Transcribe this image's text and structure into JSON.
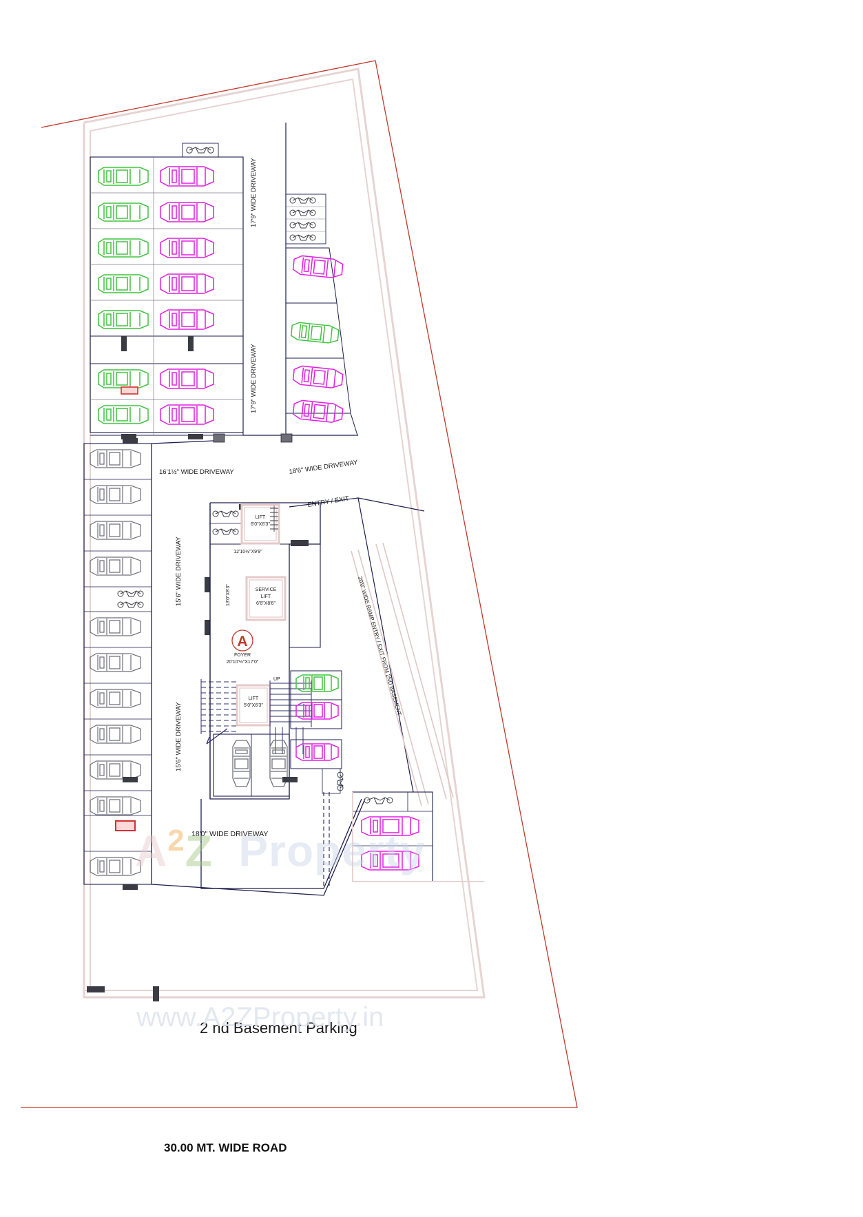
{
  "drawing": {
    "title": "2 nd Basement Parking",
    "road_label": "30.00 MT. WIDE ROAD",
    "watermark_primary": "A2Z Property",
    "watermark_secondary": "www.A2ZProperty.in"
  },
  "driveways": [
    {
      "id": "dw-1",
      "label": "17'9\" WIDE DRIVEWAY",
      "orientation": "vertical"
    },
    {
      "id": "dw-2",
      "label": "17'9\" WIDE DRIVEWAY",
      "orientation": "vertical"
    },
    {
      "id": "dw-3",
      "label": "16'1½\" WIDE DRIVEWAY",
      "orientation": "horizontal"
    },
    {
      "id": "dw-4",
      "label": "18'6\" WIDE DRIVEWAY",
      "orientation": "horizontal"
    },
    {
      "id": "dw-5",
      "label": "15'6\" WIDE DRIVEWAY",
      "orientation": "vertical"
    },
    {
      "id": "dw-6",
      "label": "15'6\" WIDE DRIVEWAY",
      "orientation": "vertical"
    },
    {
      "id": "dw-7",
      "label": "18'0\" WIDE DRIVEWAY",
      "orientation": "horizontal"
    }
  ],
  "rooms": [
    {
      "id": "lift-upper",
      "name": "LIFT",
      "size": "6'0\"X6'3\""
    },
    {
      "id": "service-lift",
      "name": "SERVICE LIFT",
      "size": "6'6\"X8'6\""
    },
    {
      "id": "lift-lower",
      "name": "LIFT",
      "size": "5'0\"X6'3\""
    }
  ],
  "foyer": {
    "marker": "A",
    "name": "FOYER",
    "size": "20'10'½\"X17'0\""
  },
  "dimension_texts": [
    {
      "id": "dim-lobby-w",
      "text": "12'10½\"X9'9\""
    },
    {
      "id": "dim-lobby-h",
      "text": "13'0\"X8'3\""
    }
  ],
  "annotations": [
    {
      "id": "entry-exit",
      "text": "ENTRY / EXIT"
    },
    {
      "id": "ramp",
      "text": "20'0\" WIDE RAMP ENTRY / EXIT FROM 2ND BASEMENT"
    },
    {
      "id": "stair-up",
      "text": "UP"
    }
  ],
  "colors": {
    "plot_boundary": "#c0392b",
    "wall": "#1d1d4e",
    "wall_light": "#e7d3d3",
    "car_green": "#3fc33f",
    "car_magenta": "#e21ee2",
    "car_grey": "#6f6f7a",
    "foyer_marker": "#c0392b",
    "column": "#3b3b44",
    "text": "#1a1a1a"
  },
  "car_bays": {
    "green_count": 7,
    "magenta_upper_count": 7,
    "magenta_right_count": 5,
    "grey_left_count": 11,
    "grey_center_count": 2,
    "magenta_bottom_count": 2,
    "green_lower_count": 1,
    "magenta_lower_count": 2
  },
  "bike_bays": {
    "top_count": 1,
    "right_cluster_count": 4,
    "left_mid_count": 2,
    "lobby_count": 2,
    "bottom_count": 1,
    "lower_right_count": 1
  }
}
